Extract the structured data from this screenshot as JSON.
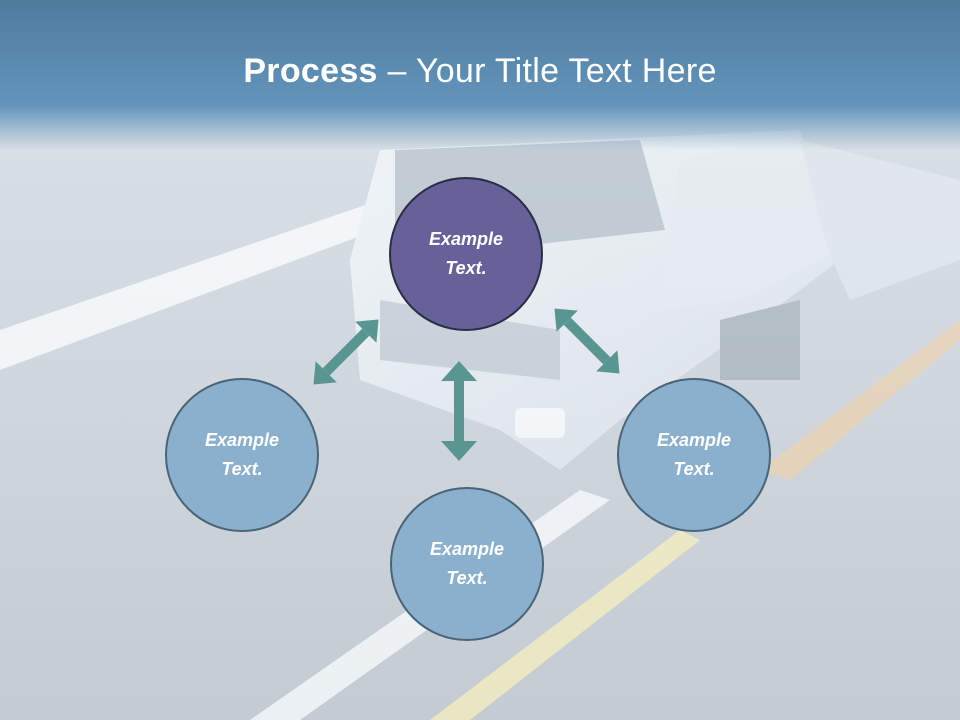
{
  "title": {
    "bold": "Process",
    "rest": " – Your Title Text Here"
  },
  "nodes": {
    "top": {
      "line1": "Example",
      "line2": "Text."
    },
    "left": {
      "line1": "Example",
      "line2": "Text."
    },
    "right": {
      "line1": "Example",
      "line2": "Text."
    },
    "bottom": {
      "line1": "Example",
      "line2": "Text."
    }
  },
  "colors": {
    "title_band": "#6394bb",
    "top_node": "#67619a",
    "side_node": "#8bb0cd",
    "arrow": "#5a9691"
  },
  "background": "truck-on-highway-photo"
}
